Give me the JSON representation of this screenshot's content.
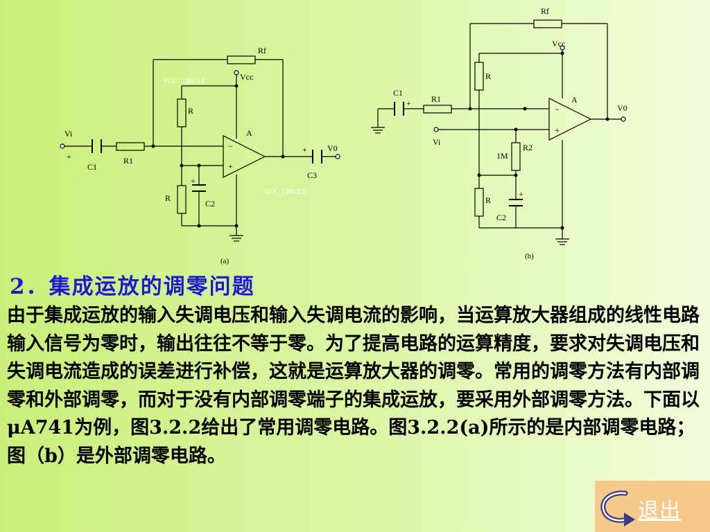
{
  "figure_a": {
    "caption": "(a)",
    "labels": {
      "rf": "Rf",
      "vcc": "Vcc",
      "vcc_circle": "VCC_CIRCLE",
      "r_top": "R",
      "r_bottom": "R",
      "vi": "Vi",
      "plus_in": "+",
      "c1": "C1",
      "r1": "R1",
      "a": "A",
      "minus_pin": "−",
      "plus_pin": "+",
      "plus_out": "+",
      "v0": "V0",
      "c3": "C3",
      "c2": "C2",
      "plus_c2": "+",
      "vcc_circle_2": "VCC_CIRCLE"
    }
  },
  "figure_b": {
    "caption": "(b)",
    "labels": {
      "rf": "Rf",
      "vcc": "Vcc",
      "r_top": "R",
      "c1": "C1",
      "plus_c1": "+",
      "r1": "R1",
      "a": "A",
      "minus_pin": "−",
      "plus_pin": "+",
      "v0": "V0",
      "vi": "Vi",
      "r2": "R2",
      "r2_value": "1M",
      "r_bottom": "R",
      "c2": "C2",
      "plus_c2": "+"
    }
  },
  "heading": "2．集成运放的调零问题",
  "paragraph": "由于集成运放的输入失调电压和输入失调电流的影响，当运算放大器组成的线性电路输入信号为零时，输出往往不等于零。为了提高电路的运算精度，要求对失调电压和失调电流造成的误差进行补偿，这就是运算放大器的调零。常用的调零方法有内部调零和外部调零，而对于没有内部调零端子的集成运放，要采用外部调零方法。下面以μA741为例，图3.2.2给出了常用调零电路。图3.2.2(a)所示的是内部调零电路；图（b）是外部调零电路。",
  "exit_button": {
    "label": "退出"
  },
  "colors": {
    "heading": "#1a1ad8",
    "wire": "#000000",
    "exit_bg": "#f4c98a",
    "exit_icon": "#3a3a8a"
  }
}
